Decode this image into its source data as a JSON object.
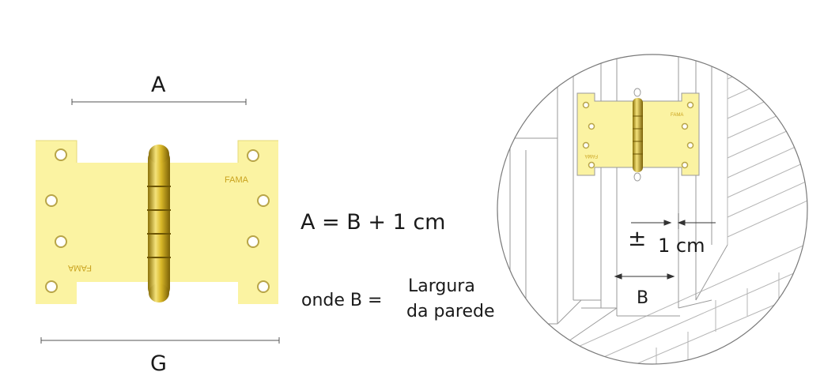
{
  "hinge": {
    "brand": "FAMA",
    "color_plate": "#fbf3a2",
    "color_knuckle": "#c9a814"
  },
  "dimensions": {
    "top_label": "A",
    "bottom_label": "G",
    "formula": "A = B + 1 cm",
    "onde_prefix": "onde B =",
    "onde_line1": "Largura",
    "onde_line2": "da parede"
  },
  "detail": {
    "plus_minus": "±",
    "tolerance": "1 cm",
    "wall_label": "B",
    "brand": "FAMA"
  }
}
